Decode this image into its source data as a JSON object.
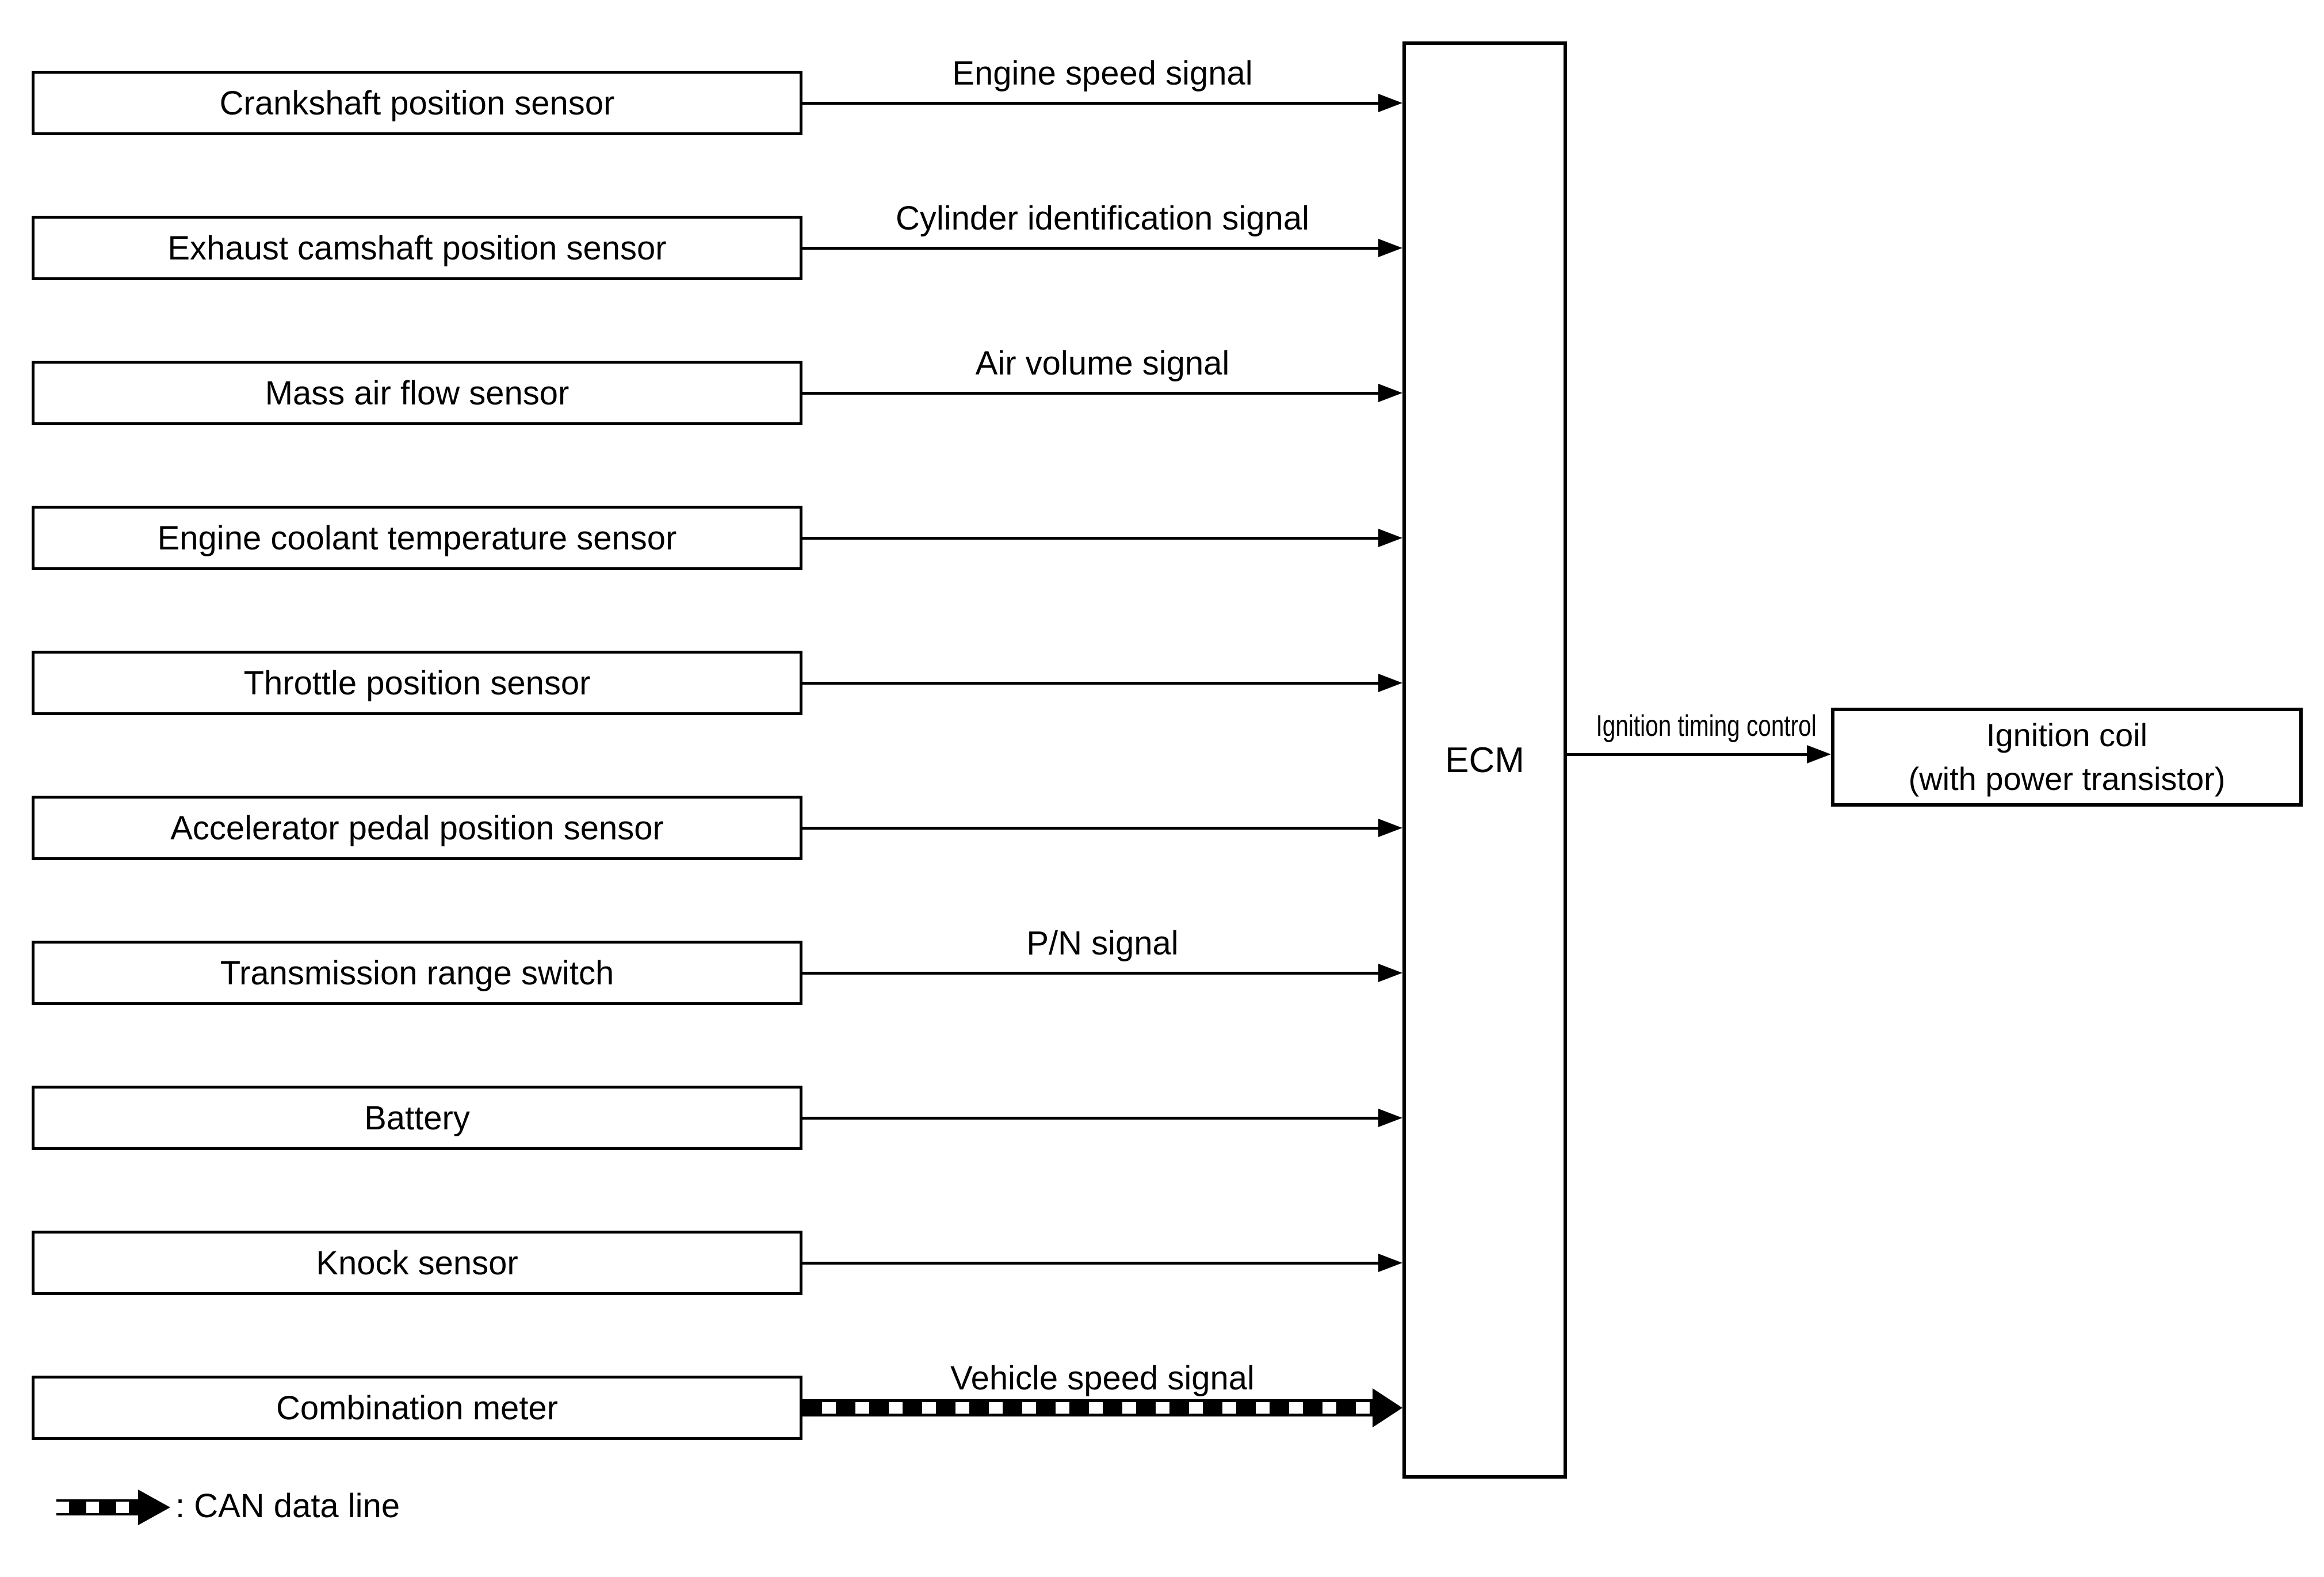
{
  "diagram": {
    "sensors": [
      {
        "label": "Crankshaft position sensor",
        "signal": "Engine speed signal",
        "can": false
      },
      {
        "label": "Exhaust camshaft position sensor",
        "signal": "Cylinder identification signal",
        "can": false
      },
      {
        "label": "Mass air flow sensor",
        "signal": "Air volume signal",
        "can": false
      },
      {
        "label": "Engine coolant temperature sensor",
        "signal": "",
        "can": false
      },
      {
        "label": "Throttle position sensor",
        "signal": "",
        "can": false
      },
      {
        "label": "Accelerator pedal position sensor",
        "signal": "",
        "can": false
      },
      {
        "label": "Transmission range switch",
        "signal": "P/N signal",
        "can": false
      },
      {
        "label": "Battery",
        "signal": "",
        "can": false
      },
      {
        "label": "Knock sensor",
        "signal": "",
        "can": false
      },
      {
        "label": "Combination meter",
        "signal": "Vehicle speed signal",
        "can": true
      }
    ],
    "ecm": {
      "label": "ECM"
    },
    "output": {
      "label": "Ignition timing control",
      "target": {
        "line1": "Ignition coil",
        "line2": "(with power transistor)"
      }
    },
    "legend": {
      "label": ": CAN data line"
    },
    "colors": {
      "line": "#000000",
      "background": "#ffffff"
    }
  }
}
